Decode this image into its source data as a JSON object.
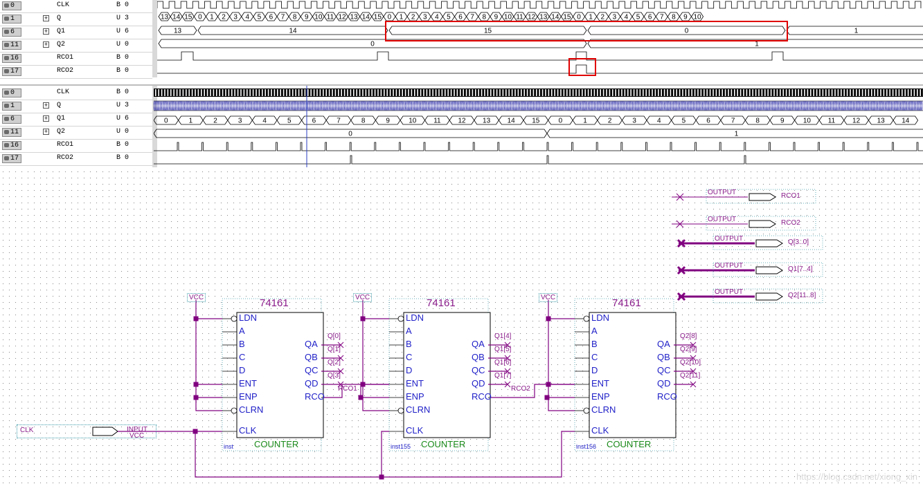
{
  "waveform_top": {
    "rows": [
      {
        "icon_num": "0",
        "name": "CLK",
        "value": "B 0",
        "expand": false
      },
      {
        "icon_num": "1",
        "name": "Q",
        "value": "U 3",
        "expand": true
      },
      {
        "icon_num": "6",
        "name": "Q1",
        "value": "U 6",
        "expand": true
      },
      {
        "icon_num": "11",
        "name": "Q2",
        "value": "U 0",
        "expand": true
      },
      {
        "icon_num": "16",
        "name": "RCO1",
        "value": "B 0",
        "expand": false
      },
      {
        "icon_num": "17",
        "name": "RCO2",
        "value": "B 0",
        "expand": false
      }
    ],
    "q_labels": [
      "13",
      "14",
      "15",
      "0",
      "1",
      "2",
      "3",
      "4",
      "5",
      "6",
      "7",
      "8",
      "9",
      "10",
      "11",
      "12",
      "13",
      "14",
      "15",
      "0",
      "1",
      "2",
      "3",
      "4",
      "5",
      "6",
      "7",
      "8",
      "9",
      "10",
      "11",
      "12",
      "13",
      "14",
      "15",
      "0",
      "1",
      "2",
      "3",
      "4",
      "5",
      "6",
      "7",
      "8",
      "9",
      "10"
    ],
    "q1_labels": [
      "13",
      "14",
      "15",
      "0",
      "1"
    ],
    "q2_labels": [
      "0",
      "1"
    ]
  },
  "waveform_bottom": {
    "rows": [
      {
        "icon_num": "0",
        "name": "CLK",
        "value": "B 0",
        "expand": false
      },
      {
        "icon_num": "1",
        "name": "Q",
        "value": "U 3",
        "expand": true
      },
      {
        "icon_num": "6",
        "name": "Q1",
        "value": "U 6",
        "expand": true
      },
      {
        "icon_num": "11",
        "name": "Q2",
        "value": "U 0",
        "expand": true
      },
      {
        "icon_num": "16",
        "name": "RCO1",
        "value": "B 0",
        "expand": false
      },
      {
        "icon_num": "17",
        "name": "RCO2",
        "value": "B 0",
        "expand": false
      }
    ],
    "q1_labels": [
      "0",
      "1",
      "2",
      "3",
      "4",
      "5",
      "6",
      "7",
      "8",
      "9",
      "10",
      "11",
      "12",
      "13",
      "14",
      "15",
      "0",
      "1",
      "2",
      "3",
      "4",
      "5",
      "6",
      "7",
      "8",
      "9",
      "10",
      "11",
      "12",
      "13",
      "14"
    ],
    "q2_labels": [
      "0",
      "1"
    ]
  },
  "schematic": {
    "outputs": [
      {
        "type": "OUTPUT",
        "name": "RCO1"
      },
      {
        "type": "OUTPUT",
        "name": "RCO2"
      },
      {
        "type": "OUTPUT",
        "name": "Q[3..0]"
      },
      {
        "type": "OUTPUT",
        "name": "Q1[7..4]"
      },
      {
        "type": "OUTPUT",
        "name": "Q2[11..8]"
      }
    ],
    "input": {
      "name": "CLK",
      "type": "INPUT",
      "sub": "VCC"
    },
    "vcc": "VCC",
    "chips": [
      {
        "title": "74161",
        "inst": "inst",
        "footer": "COUNTER",
        "outs": [
          "Q[0]",
          "Q[1]",
          "Q[2]",
          "Q[3]"
        ],
        "rco_net": "RCO1"
      },
      {
        "title": "74161",
        "inst": "inst155",
        "footer": "COUNTER",
        "outs": [
          "Q1[4]",
          "Q1[5]",
          "Q1[6]",
          "Q1[7]"
        ],
        "rco_net": "RCO2"
      },
      {
        "title": "74161",
        "inst": "inst156",
        "footer": "COUNTER",
        "outs": [
          "Q2[8]",
          "Q2[9]",
          "Q2[10]",
          "Q2[11]"
        ],
        "rco_net": ""
      }
    ],
    "left_pins": [
      "LDN",
      "A",
      "B",
      "C",
      "D",
      "ENT",
      "ENP",
      "CLRN",
      "CLK"
    ],
    "right_pins": [
      "QA",
      "QB",
      "QC",
      "QD",
      "RCO"
    ]
  },
  "watermark": "https://blog.csdn.net/xiong_xin",
  "colors": {
    "wire": "#800080",
    "highlight": "#e00000",
    "pin": "#1e1ec8",
    "footer": "#1a8a1a"
  }
}
